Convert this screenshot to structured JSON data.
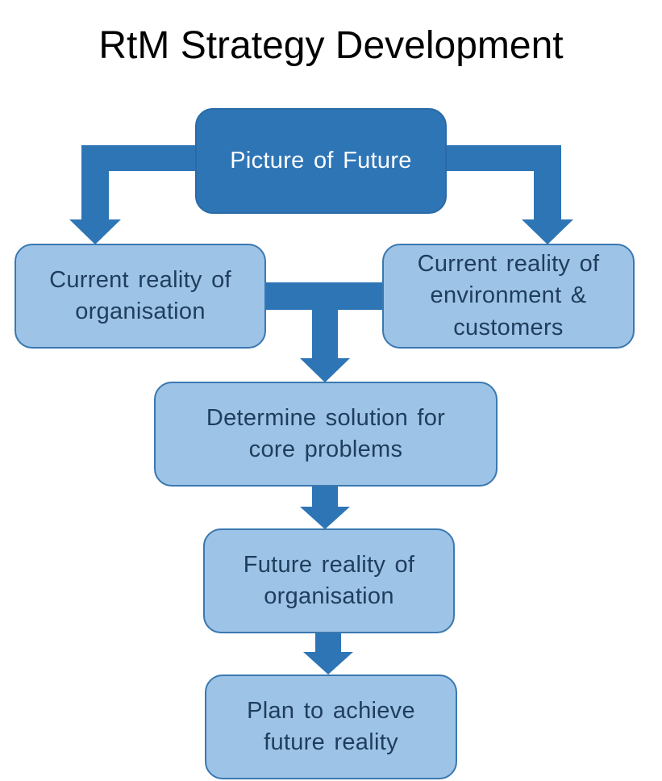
{
  "title": "RtM Strategy Development",
  "colors": {
    "arrow": "#2e75b6",
    "primary_box": "#2e75b6",
    "secondary_box": "#9dc3e6",
    "secondary_text": "#1f3d5c",
    "primary_text": "#ffffff"
  },
  "nodes": {
    "picture_of_future": {
      "lines": [
        "Picture of Future"
      ]
    },
    "current_reality_organisation": {
      "lines": [
        "Current reality of",
        "organisation"
      ]
    },
    "current_reality_environment": {
      "lines": [
        "Current reality of",
        "environment &",
        "customers"
      ]
    },
    "determine_solution": {
      "lines": [
        "Determine solution for",
        "core problems"
      ]
    },
    "future_reality": {
      "lines": [
        "Future reality of",
        "organisation"
      ]
    },
    "plan_to_achieve": {
      "lines": [
        "Plan to achieve",
        "future reality"
      ]
    }
  }
}
